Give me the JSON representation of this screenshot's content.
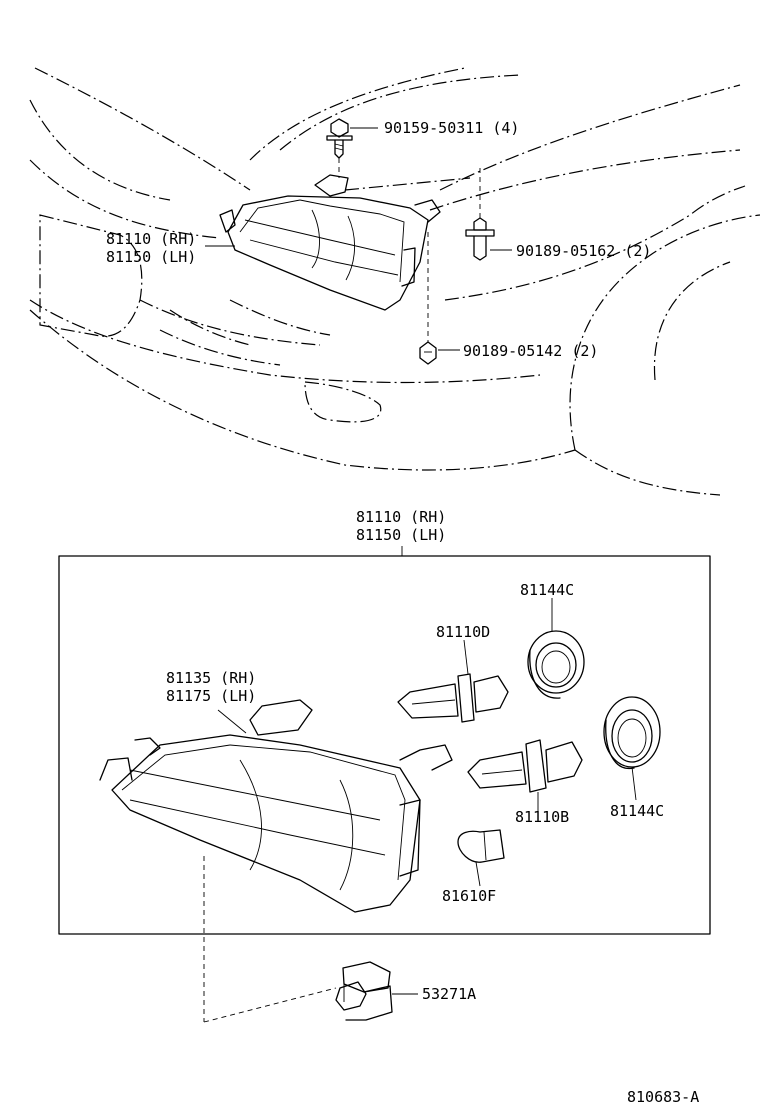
{
  "callouts": {
    "bolt_a": "90159-50311 (4)",
    "bolt_b": "90189-05162 (2)",
    "bolt_c": "90189-05142 (2)",
    "assembly_top_rh": "81110 (RH)",
    "assembly_top_lh": "81150 (LH)",
    "assembly_box_rh": "81110 (RH)",
    "assembly_box_lh": "81150 (LH)",
    "lens_rh": "81135 (RH)",
    "lens_lh": "81175 (LH)",
    "cover_upper": "81144C",
    "cover_lower": "81144C",
    "bulb_d": "81110D",
    "bulb_b": "81110B",
    "bulb_f": "81610F",
    "clip": "53271A"
  },
  "figure_id": "810683-A"
}
